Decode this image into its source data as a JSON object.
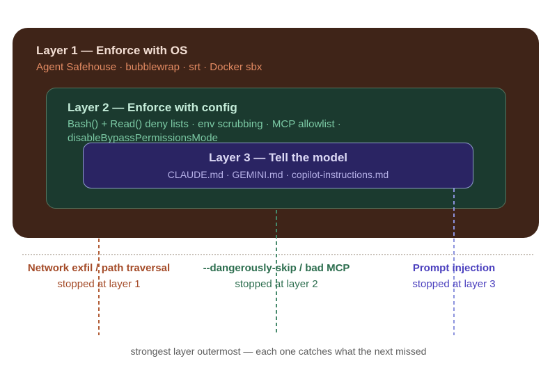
{
  "diagram": {
    "layers": [
      {
        "title": "Layer 1 — Enforce with OS",
        "subtitle": "Agent Safehouse · bubblewrap · srt · Docker sbx",
        "bg_color": "#3f2418",
        "title_color": "#f3ded3",
        "subtitle_color": "#e28a62"
      },
      {
        "title": "Layer 2 — Enforce with config",
        "subtitle": "Bash() + Read() deny lists · env scrubbing · MCP allowlist · disableBypassPermissionsMode",
        "bg_color": "#1b3a2f",
        "title_color": "#c4ecd9",
        "subtitle_color": "#7bc9a4"
      },
      {
        "title": "Layer 3 — Tell the model",
        "subtitle": "CLAUDE.md · GEMINI.md · copilot-instructions.md",
        "bg_color": "#2a2463",
        "border_color": "#8f9ccc",
        "title_color": "#dcd9f5",
        "subtitle_color": "#b6b1e8"
      }
    ],
    "threats": [
      {
        "name": "Network exfil / path traversal",
        "stopped": "stopped at layer 1",
        "text_color": "#a44b28",
        "line_color": "#b25c36"
      },
      {
        "name": "--dangerously-skip / bad MCP",
        "stopped": "stopped at layer 2",
        "text_color": "#2d6e4f",
        "line_color": "#46896b"
      },
      {
        "name": "Prompt injection",
        "stopped": "stopped at layer 3",
        "text_color": "#4a3fbe",
        "line_color": "#8d93de"
      }
    ],
    "baseline_color": "#c9c2ba",
    "caption": "strongest layer outermost — each one catches what the next missed",
    "caption_color": "#5d5d5d"
  }
}
